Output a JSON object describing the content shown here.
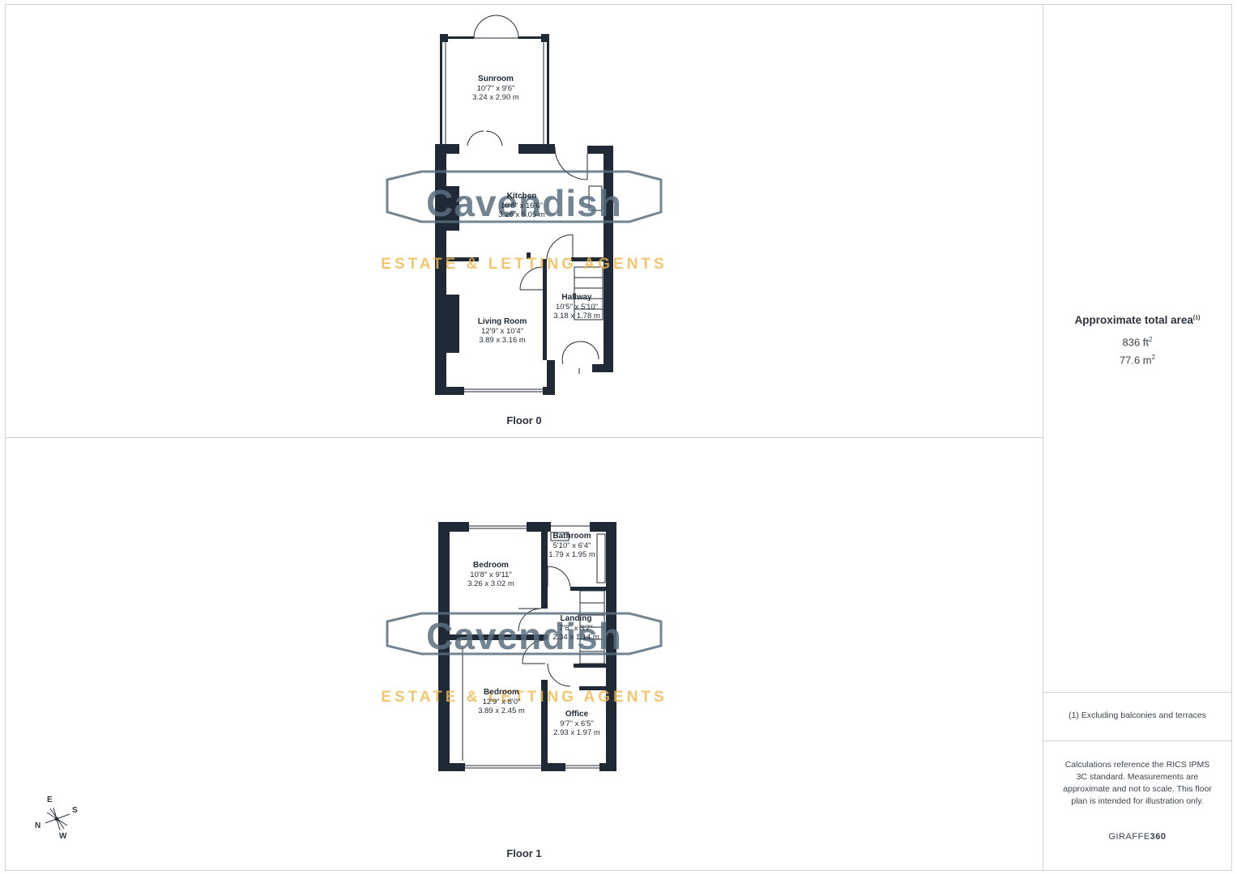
{
  "floors": [
    {
      "label": "Floor 0",
      "rooms": [
        {
          "name": "Sunroom",
          "imperial": "10'7\" x 9'6\"",
          "metric": "3.24 x 2.90 m"
        },
        {
          "name": "Kitchen",
          "imperial": "10'8\" x 16'6\"",
          "metric": "3.25 x 5.05 m"
        },
        {
          "name": "Hallway",
          "imperial": "10'5\" x 5'10\"",
          "metric": "3.18 x 1.78 m"
        },
        {
          "name": "Living Room",
          "imperial": "12'9\" x 10'4\"",
          "metric": "3.89 x 3.16 m"
        }
      ]
    },
    {
      "label": "Floor 1",
      "rooms": [
        {
          "name": "Bathroom",
          "imperial": "5'10\" x 6'4\"",
          "metric": "1.79 x 1.95 m"
        },
        {
          "name": "Bedroom",
          "imperial": "10'8\" x 9'11\"",
          "metric": "3.26 x 3.02 m"
        },
        {
          "name": "Landing",
          "imperial": "7'8\" x 3'7\"",
          "metric": "2.34 x 1.14 m"
        },
        {
          "name": "Bedroom",
          "imperial": "12'9\" x 8'0\"",
          "metric": "3.89 x 2.45 m"
        },
        {
          "name": "Office",
          "imperial": "9'7\" x 6'5\"",
          "metric": "2.93 x 1.97 m"
        }
      ]
    }
  ],
  "summary": {
    "title": "Approximate total area",
    "title_note": "(1)",
    "area_ft": "836 ft",
    "area_ft_unit": "2",
    "area_m": "77.6 m",
    "area_m_unit": "2",
    "footnote": "(1) Excluding balconies and terraces",
    "disclaimer": "Calculations reference the RICS IPMS 3C standard. Measurements are approximate and not to scale. This floor plan is intended for illustration only.",
    "brand_light": "GIRAFFE",
    "brand_bold": "360"
  },
  "watermark": {
    "name": "Cavendish",
    "tagline": "ESTATE & LETTING AGENTS"
  },
  "compass": {
    "e": "E",
    "s": "S",
    "n": "N",
    "w": "W"
  },
  "colors": {
    "wall": "#1f2a36",
    "watermark_name": "#5a6f80",
    "watermark_tagline": "#f1b94a",
    "border": "#cfd3d8"
  }
}
